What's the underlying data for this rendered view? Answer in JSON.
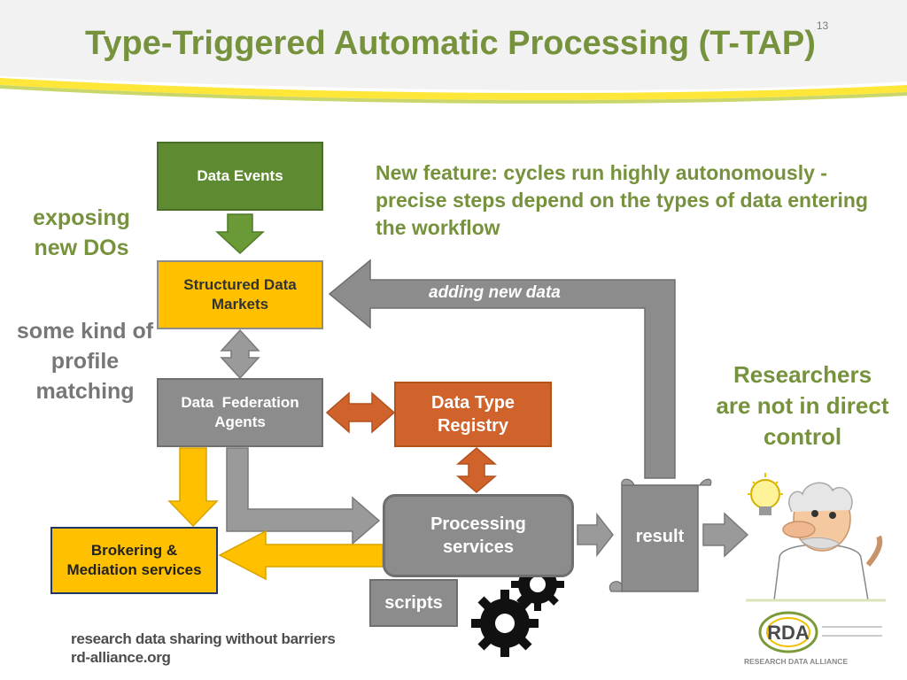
{
  "title": "Type-Triggered Automatic Processing (T-TAP)",
  "slide_number": "13",
  "notes": {
    "exposing": "exposing new DOs",
    "profile": "some kind of profile matching",
    "researchers": "Researchers are not in direct control",
    "new_feature": "New feature: cycles run highly autonomously - precise steps depend on the types of data entering the workflow"
  },
  "boxes": {
    "data_events": "Data Events",
    "structured_markets": "Structured Data Markets",
    "federation_agents": "Data  Federation Agents",
    "type_registry": "Data Type Registry",
    "processing_services": "Processing services",
    "brokering": "Brokering & Mediation services",
    "scripts": "scripts",
    "result": "result"
  },
  "arrow_labels": {
    "adding_new_data": "adding new data"
  },
  "footer": {
    "tagline": "research data sharing without barriers",
    "url": "rd-alliance.org"
  },
  "logo": {
    "text": "RDA",
    "subtext": "RESEARCH DATA ALLIANCE"
  },
  "colors": {
    "title_green": "#76923c",
    "box_green": "#5e8a32",
    "box_yellow": "#ffc000",
    "box_orange": "#d0622b",
    "box_gray": "#8c8c8c",
    "note_gray": "#777777"
  }
}
